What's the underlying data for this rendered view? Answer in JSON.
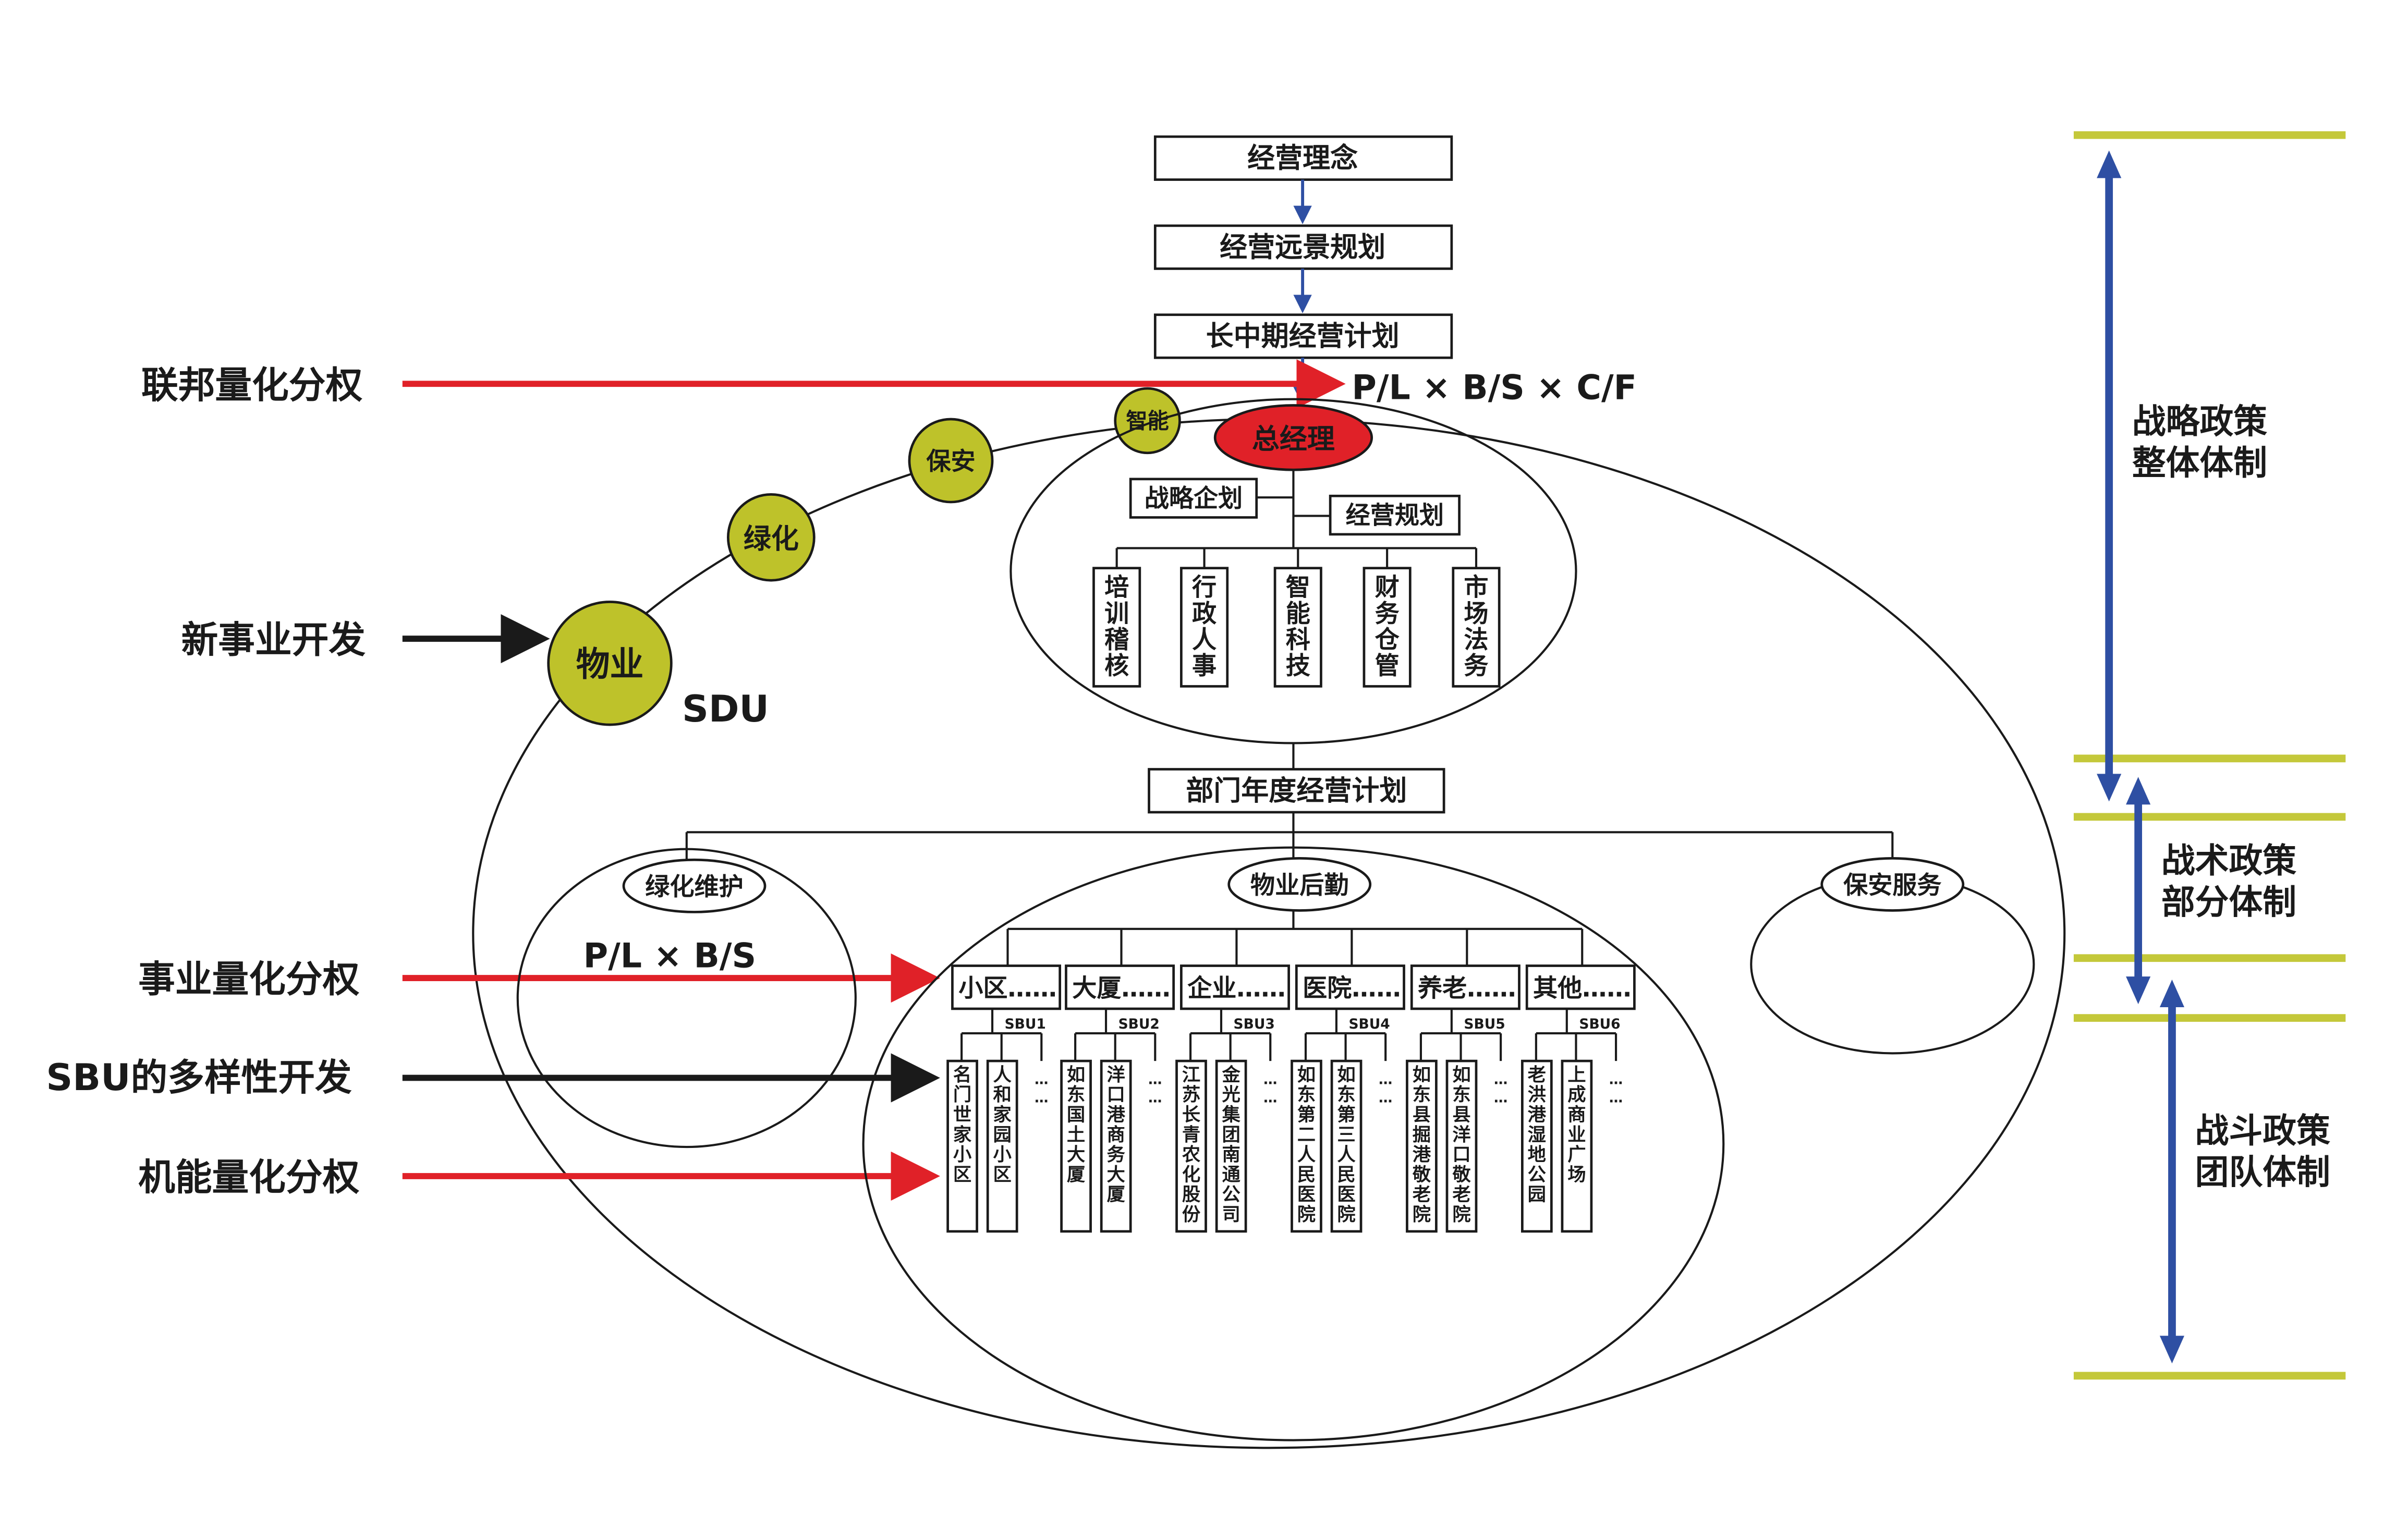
{
  "colors": {
    "arrow_red": "#e02128",
    "arrow_black": "#1a1a1a",
    "arrow_blue": "#2e4fa3",
    "olive": "#bec22a",
    "band_line": "#c4c83a",
    "ceo_fill": "#e02128"
  },
  "top_chain": [
    "经营理念",
    "经营远景规划",
    "长中期经营计划"
  ],
  "formula_top": "P/L × B/S × C/F",
  "left_labels": {
    "federal": "联邦量化分权",
    "new_business": "新事业开发",
    "business": "事业量化分权",
    "sbu_diversity": "SBU的多样性开发",
    "function": "机能量化分权"
  },
  "circles": {
    "property": "物业",
    "greening": "绿化",
    "security": "保安",
    "smart": "智能"
  },
  "sdu_label": "SDU",
  "ceo": "总经理",
  "strategy_boxes": [
    "战略企划",
    "经营规划"
  ],
  "departments": [
    "培训稽核",
    "行政人事",
    "智能科技",
    "财务仓管",
    "市场法务"
  ],
  "annual_plan": "部门年度经营计划",
  "sub_ovals": {
    "greening_maint": "绿化维护",
    "property_logistics": "物业后勤",
    "security_service": "保安服务"
  },
  "formula_mid": "P/L × B/S",
  "sbu_groups": [
    {
      "head": "小区……",
      "tag": "SBU1",
      "items": [
        "名门世家小区",
        "人和家园小区"
      ]
    },
    {
      "head": "大厦……",
      "tag": "SBU2",
      "items": [
        "如东国土大厦",
        "洋口港商务大厦"
      ]
    },
    {
      "head": "企业……",
      "tag": "SBU3",
      "items": [
        "江苏长青农化股份",
        "金光集团南通公司"
      ]
    },
    {
      "head": "医院……",
      "tag": "SBU4",
      "items": [
        "如东第二人民医院",
        "如东第三人民医院"
      ]
    },
    {
      "head": "养老……",
      "tag": "SBU5",
      "items": [
        "如东县掘港敬老院",
        "如东县洋口敬老院"
      ]
    },
    {
      "head": "其他……",
      "tag": "SBU6",
      "items": [
        "老洪港湿地公园",
        "上成商业广场"
      ]
    }
  ],
  "ellipsis_vertical": "……",
  "right_levels": [
    {
      "line1": "战略政策",
      "line2": "整体体制"
    },
    {
      "line1": "战术政策",
      "line2": "部分体制"
    },
    {
      "line1": "战斗政策",
      "line2": "团队体制"
    }
  ]
}
